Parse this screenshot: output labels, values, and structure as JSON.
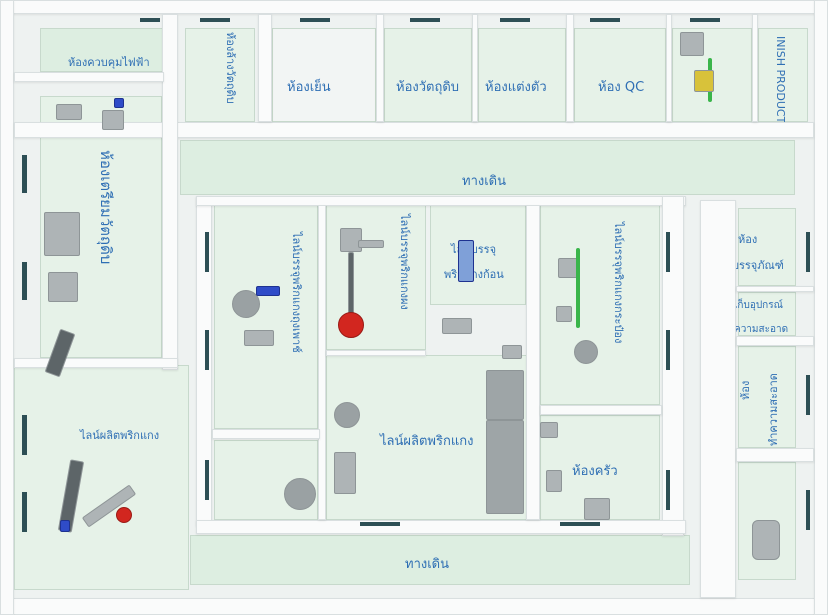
{
  "rooms": {
    "electrical_control": "ห้องควบคุมไฟฟ้า",
    "raw_wash": "ห้องล้างวัตถุดิบ",
    "cold_room": "ห้องเย็น",
    "raw_material": "ห้องวัตถุดิบ",
    "dressing": "ห้องแต่งตัว",
    "qc": "ห้อง QC",
    "finish_product": "INISH PRODUCT",
    "raw_prep": "ห้องเตรียมวัตถุดิบ",
    "walkway_top": "ทางเดิน",
    "walkway_bottom": "ทางเดิน",
    "bag_line": "ไลน์บรรจุพริกแกงถุงเพาช์",
    "powder_line": "ไลน์บรรจุพริกแกงผง",
    "block_pack_1": "ไลน์บรรจุ",
    "block_pack_2": "พริกแกงก้อน",
    "can_line": "ไลน์บรรจุพริกแกงกระป๋อง",
    "packaging_1": "ห้อง",
    "packaging_2": "บรรจุภัณฑ์",
    "tool_store_1": "เก็บอุปกรณ์",
    "tool_store_2": "ความสะอาด",
    "cleaning_1": "ห้อง",
    "cleaning_2": "ทำความสะอาด",
    "production_left": "ไลน์ผลิตพริกแกง",
    "production_center": "ไลน์ผลิตพริกแกง",
    "kitchen": "ห้องครัว"
  },
  "colors": {
    "label": "#2f6fb4",
    "room_fill": "#ddeee1",
    "wall": "#fafbfb",
    "window": "#2d4f55",
    "accent_red": "#d2261f",
    "accent_blue": "#2f4cc8",
    "accent_green": "#3ab54a"
  },
  "equipment_icons": [
    "mixer-icon",
    "grinder-icon",
    "packing-machine-icon",
    "conveyor-icon",
    "tank-icon",
    "stove-icon",
    "cabinet-icon",
    "kettle-icon"
  ]
}
